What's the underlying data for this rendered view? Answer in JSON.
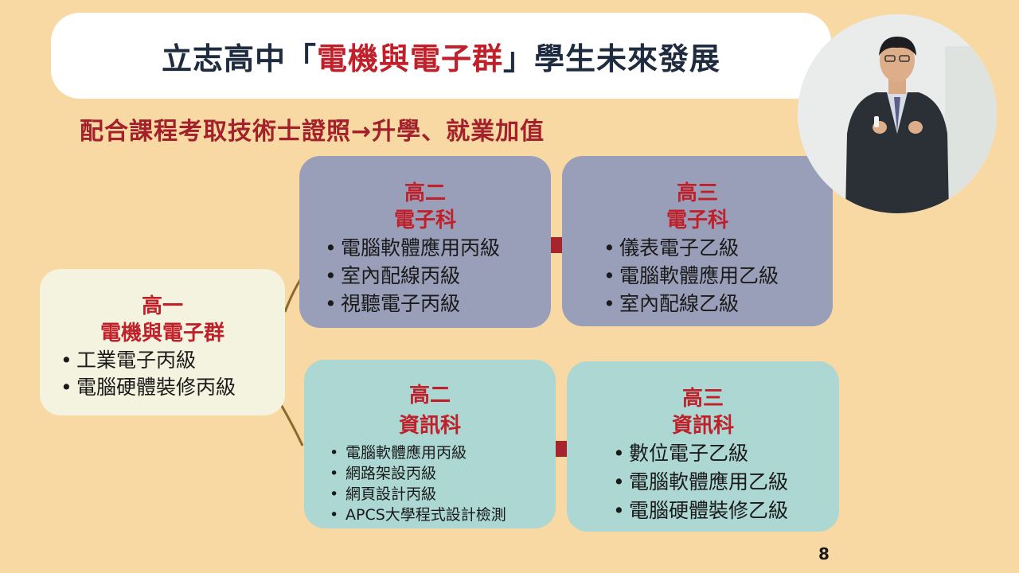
{
  "title": {
    "prefix": "立志高中「",
    "highlight": "電機與電子群",
    "suffix": "」學生未來發展"
  },
  "subtitle": "配合課程考取技術士證照→升學、就業加值",
  "grade1": {
    "heading1": "高一",
    "heading2": "電機與電子群",
    "items": [
      "工業電子丙級",
      "電腦硬體裝修丙級"
    ]
  },
  "electronics2": {
    "heading1": "高二",
    "heading2": "電子科",
    "items": [
      "電腦軟體應用丙級",
      "室內配線丙級",
      "視聽電子丙級"
    ]
  },
  "electronics3": {
    "heading1": "高三",
    "heading2": "電子科",
    "items": [
      "儀表電子乙級",
      "電腦軟體應用乙級",
      "室內配線乙級"
    ]
  },
  "info2": {
    "heading1": "高二",
    "heading2": "資訊科",
    "items": [
      "電腦軟體應用丙級",
      "網路架設丙級",
      "網頁設計丙級",
      "APCS大學程式設計檢測"
    ]
  },
  "info3": {
    "heading1": "高三",
    "heading2": "資訊科",
    "items": [
      "數位電子乙級",
      "電腦軟體應用乙級",
      "電腦硬體裝修乙級"
    ]
  },
  "page_number": "8",
  "colors": {
    "background": "#f8d9a3",
    "accent_red": "#c0202a",
    "arrow": "#a8242c",
    "electronics_box": "#9a9fb9",
    "info_box": "#acd7d2",
    "grade1_box": "#f4f3df",
    "connector": "#8a6a2c"
  }
}
